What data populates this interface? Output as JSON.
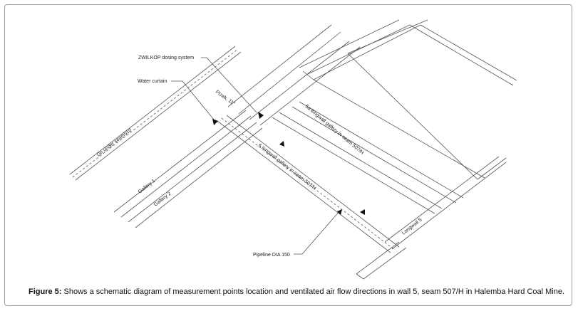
{
  "labels": {
    "zwilkop": "ZWILKOP dosing system",
    "water_curtain": "Water curtain",
    "przek": "Przek. 11°",
    "dri_under": "Dri  under seam510",
    "gallery1": "Gallery 1",
    "gallery2": "Gallery 2",
    "gallery5a": "5a longwall gallery in seam 507/H",
    "gallery6": "6 longwall gallery in seam 507/H",
    "longwall5": "Longwall 5",
    "pipeline": "Pipeline DIA 150"
  },
  "caption": {
    "prefix": "Figure 5:",
    "text": " Shows a schematic diagram of measurement points location and ventilated air flow directions in wall 5, seam 507/H in Halemba Hard Coal Mine."
  },
  "colors": {
    "line": "#555555",
    "frame": "#9a9a9a",
    "text": "#222222"
  }
}
